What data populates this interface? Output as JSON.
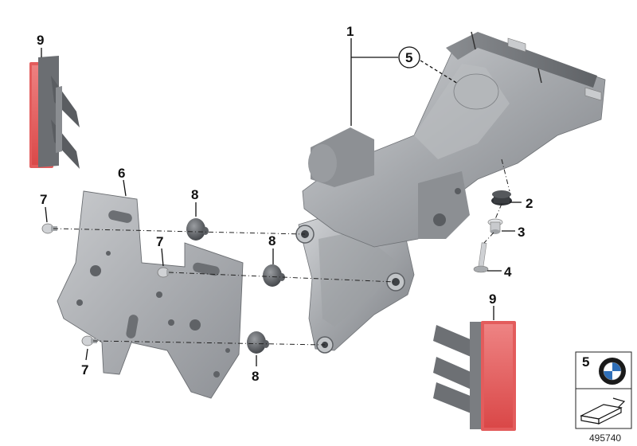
{
  "diagram": {
    "id": "495740",
    "callouts": {
      "c1": "1",
      "c2": "2",
      "c3": "3",
      "c4": "4",
      "c5_circle": "5",
      "c6": "6",
      "c7a": "7",
      "c7b": "7",
      "c7c": "7",
      "c8a": "8",
      "c8b": "8",
      "c8c": "8",
      "c9_left": "9",
      "c9_right": "9"
    },
    "legend": {
      "number": "5",
      "logo": "bmw-logo-icon",
      "symbol": "arrow-plate-icon"
    },
    "colors": {
      "part_gray": "#a9acb0",
      "reflector_red": "#e05a5a",
      "line": "#111111"
    }
  }
}
